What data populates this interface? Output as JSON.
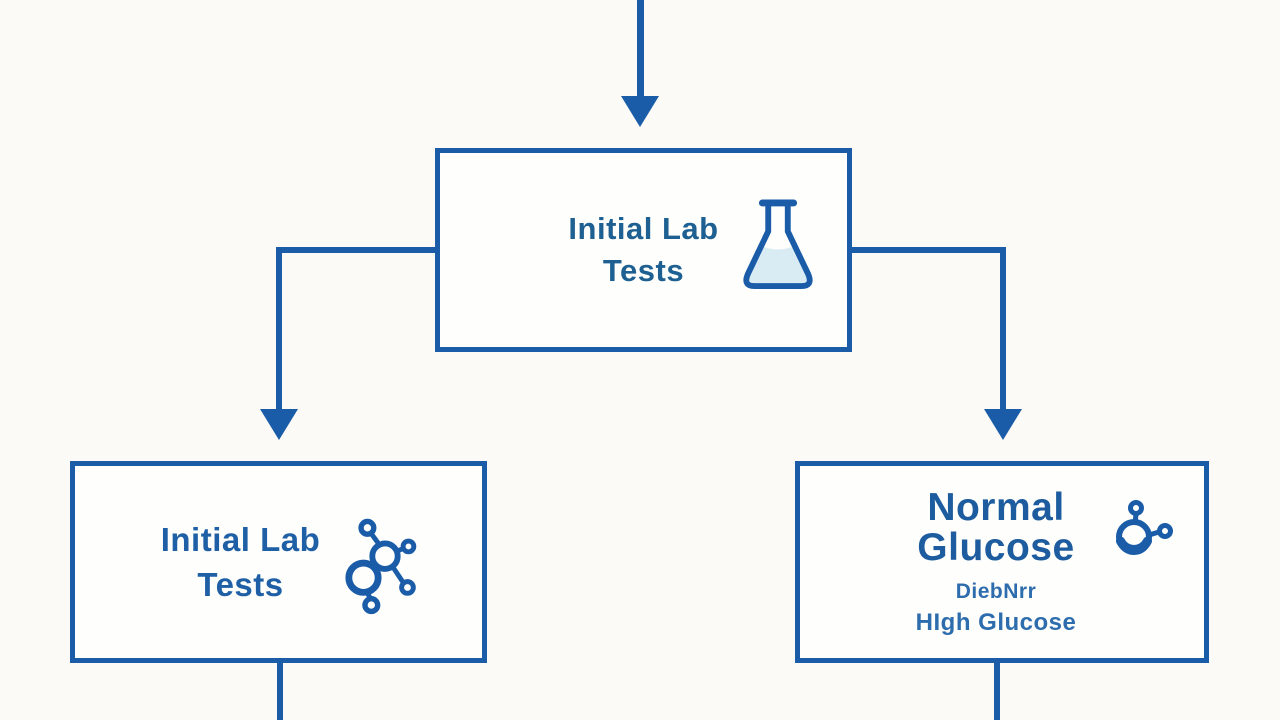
{
  "diagram": {
    "type": "flowchart",
    "nodes": {
      "top": {
        "line1": "Initial Lab",
        "line2": "Tests",
        "icon": "flask-icon"
      },
      "left": {
        "line1": "Initial Lab",
        "line2": "Tests",
        "icon": "molecule-icon"
      },
      "right": {
        "line1": "Normal",
        "line2": "Glucose",
        "sub1": "DiebNrr",
        "sub2": "HIgh Glucose",
        "icon": "glucose-molecule-icon"
      }
    },
    "connectors": {
      "top_arrow": "down-into-top-node",
      "left_branch": "top-node-left-side-elbow-down-to-left-node",
      "right_branch": "top-node-right-side-elbow-down-to-right-node",
      "left_exit": "line-down-from-left-node",
      "right_exit": "line-down-from-right-node"
    },
    "colors": {
      "line": "#1a5ca8",
      "box_border": "#1a5ca8",
      "box_fill": "#fefefc",
      "background": "#fbfaf7",
      "top_text": "#1e6092",
      "left_text": "#1e5fa5",
      "right_text": "#1d5c9e",
      "right_subtext": "#2d6cad",
      "flask_fill": "#d9ecf4"
    }
  }
}
